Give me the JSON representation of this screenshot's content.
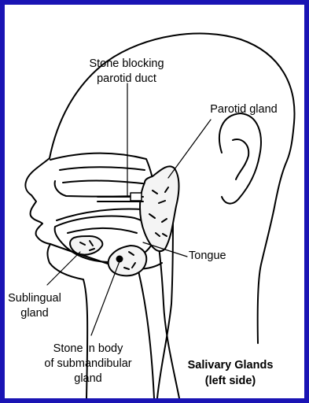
{
  "labels": {
    "stone_blocking_parotid_duct": "Stone blocking\nparotid duct",
    "parotid_gland": "Parotid gland",
    "tongue": "Tongue",
    "sublingual_gland": "Sublingual\ngland",
    "stone_in_submandibular": "Stone in body\nof submandibular\ngland"
  },
  "title": "Salivary Glands\n(left side)",
  "colors": {
    "border": "#1a14b4",
    "background": "#ffffff",
    "ink": "#000000"
  }
}
